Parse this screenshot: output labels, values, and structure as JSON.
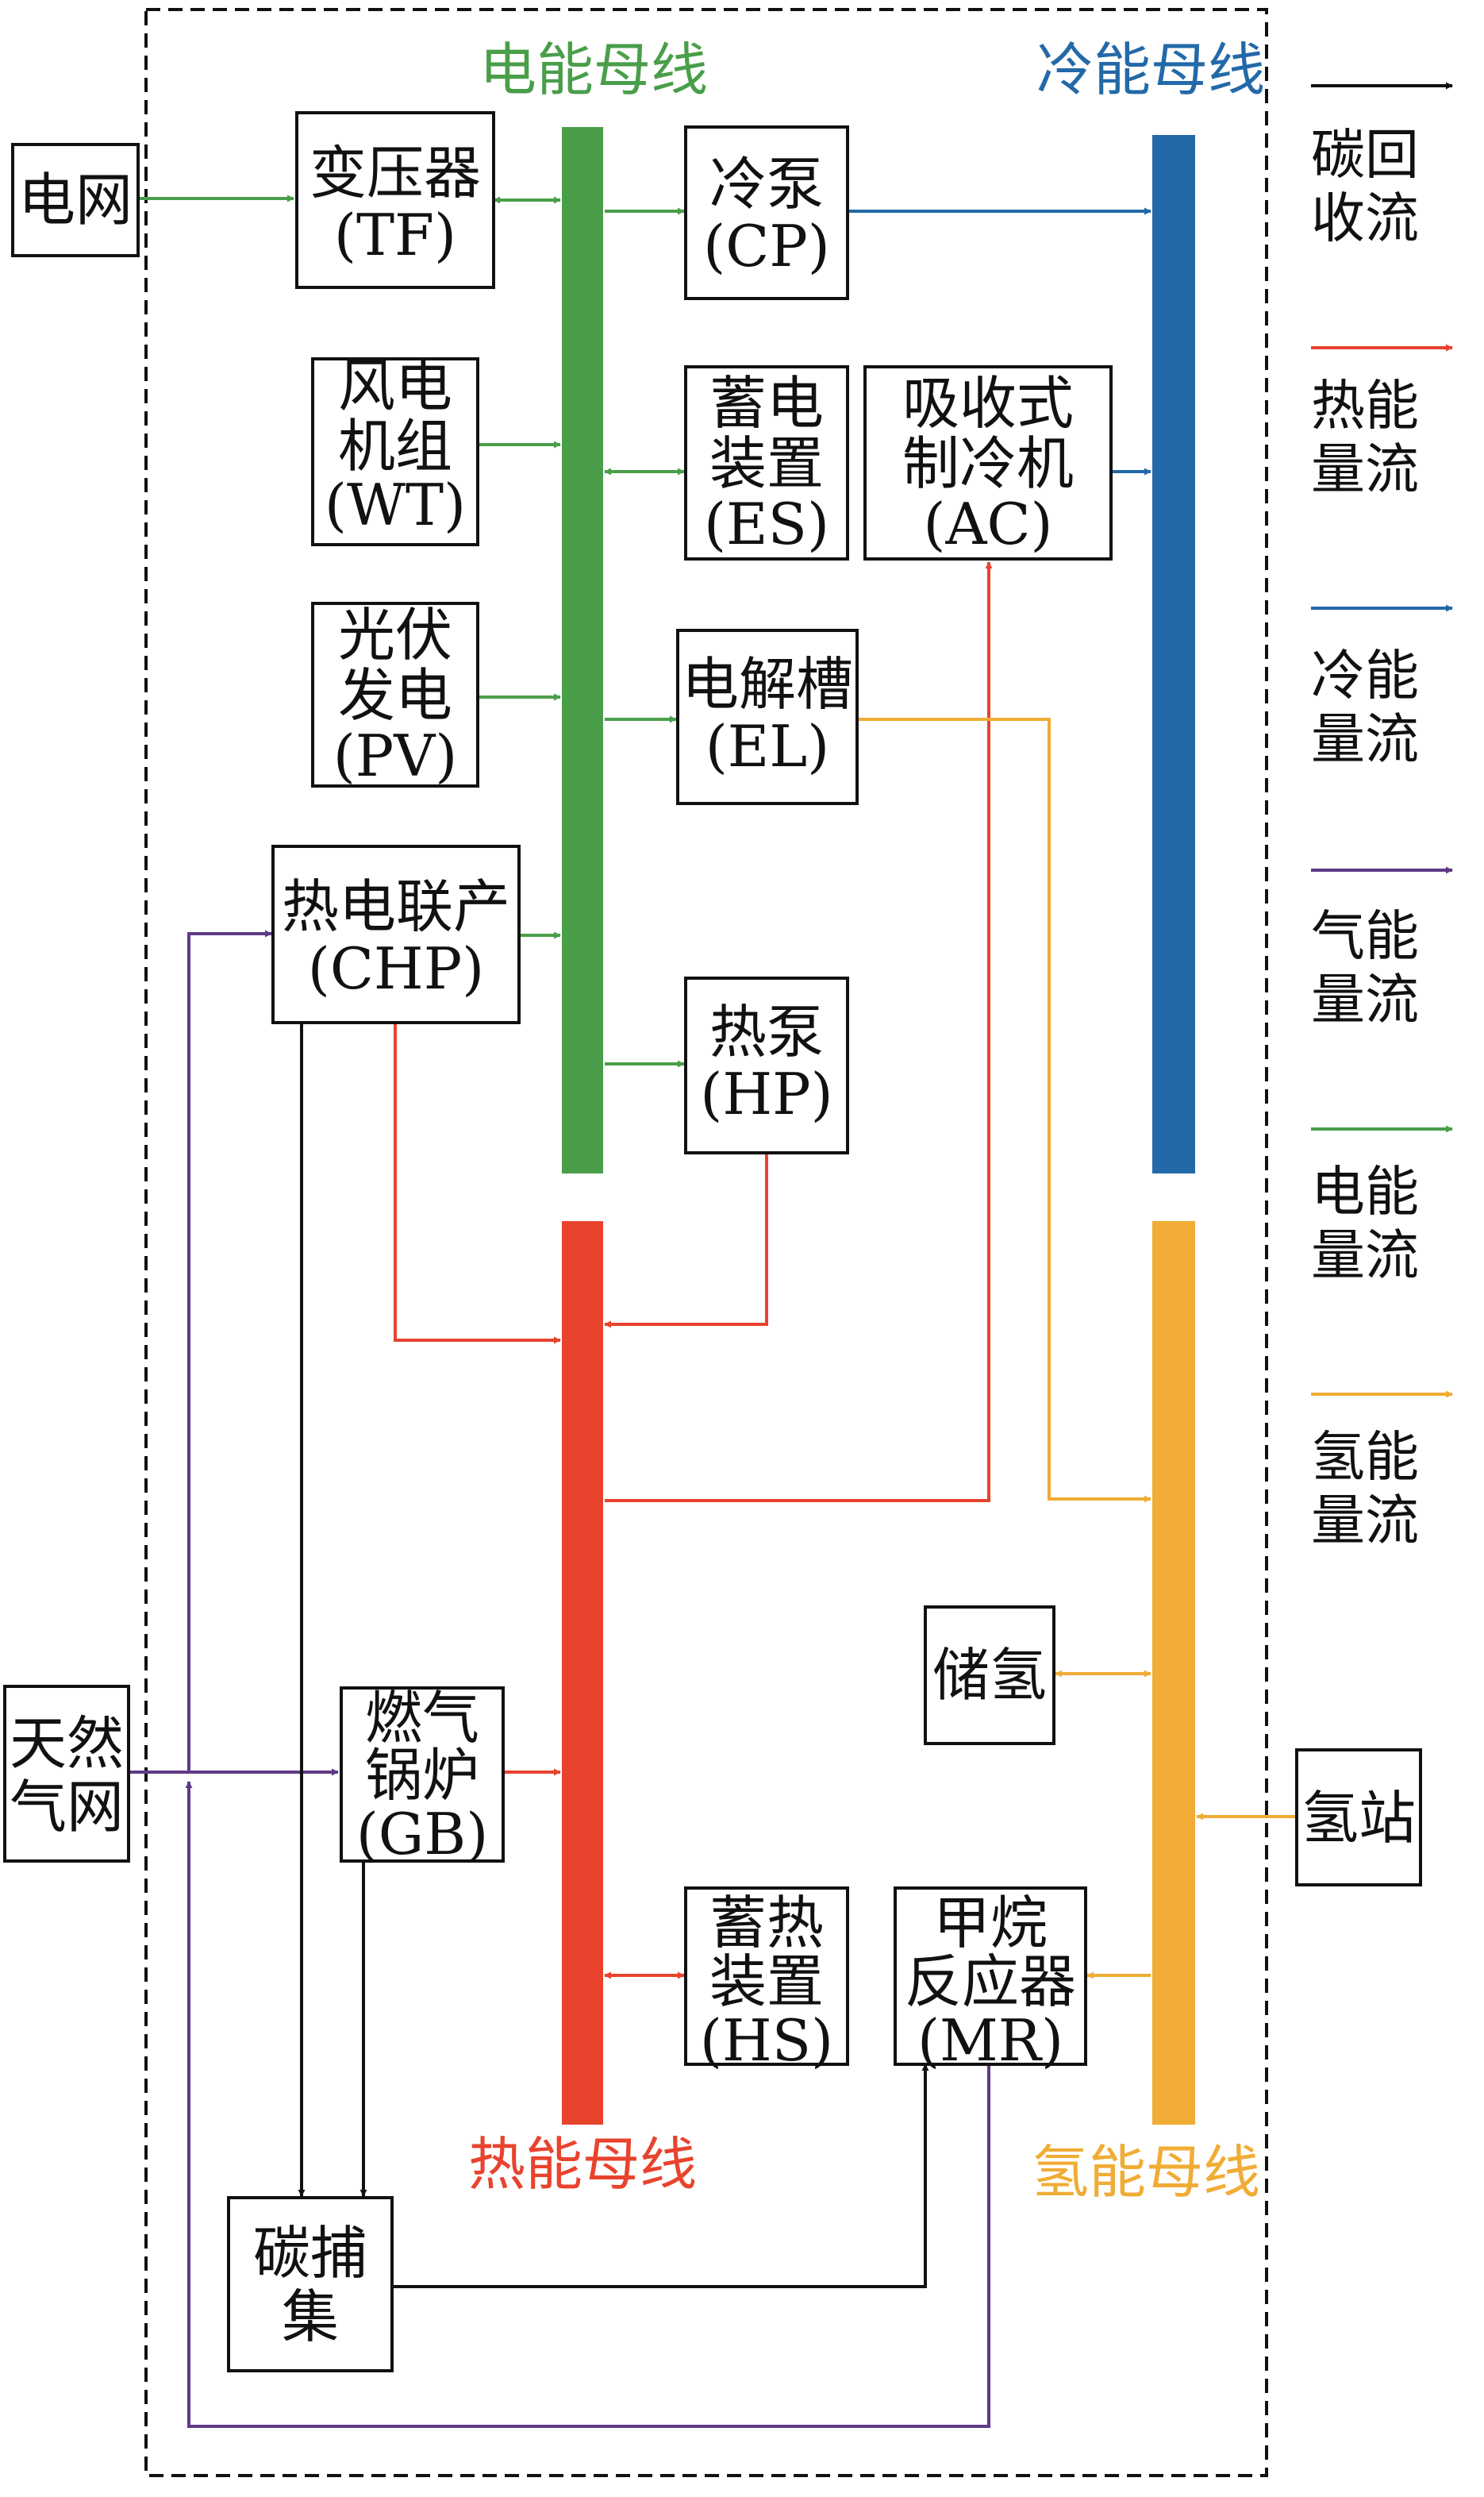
{
  "colors": {
    "electric": "#4a9e4a",
    "heat": "#e8432d",
    "cold": "#2369a8",
    "gas": "#5e3a86",
    "hydrogen": "#f0ac35",
    "carbon": "#111111"
  },
  "buses": {
    "electric": "电能母线",
    "cold": "冷能母线",
    "heat": "热能母线",
    "hydrogen": "氢能母线"
  },
  "nodes": {
    "grid": [
      "电网"
    ],
    "tf": [
      "变压器",
      "(TF)"
    ],
    "wt": [
      "风电",
      "机组",
      "(WT)"
    ],
    "pv": [
      "光伏",
      "发电",
      "(PV)"
    ],
    "chp": [
      "热电联产",
      "(CHP)"
    ],
    "cp": [
      "冷泵",
      "(CP)"
    ],
    "es": [
      "蓄电",
      "装置",
      "(ES)"
    ],
    "ac": [
      "吸收式",
      "制冷机",
      "(AC)"
    ],
    "el": [
      "电解槽",
      "(EL)"
    ],
    "hp": [
      "热泵",
      "(HP)"
    ],
    "gasgrid": [
      "天然",
      "气网"
    ],
    "gb": [
      "燃气",
      "锅炉",
      "(GB)"
    ],
    "hs": [
      "蓄热",
      "装置",
      "(HS)"
    ],
    "mr": [
      "甲烷",
      "反应器",
      "(MR)"
    ],
    "h2store": [
      "储氢"
    ],
    "h2station": [
      "氢站"
    ],
    "cc": [
      "碳捕",
      "集"
    ]
  },
  "legend": [
    {
      "key": "carbon",
      "line1": "碳回",
      "line2": "收流"
    },
    {
      "key": "heat",
      "line1": "热能",
      "line2": "量流"
    },
    {
      "key": "cold",
      "line1": "冷能",
      "line2": "量流"
    },
    {
      "key": "gas",
      "line1": "气能",
      "line2": "量流"
    },
    {
      "key": "electric",
      "line1": "电能",
      "line2": "量流"
    },
    {
      "key": "hydrogen",
      "line1": "氢能",
      "line2": "量流"
    }
  ]
}
